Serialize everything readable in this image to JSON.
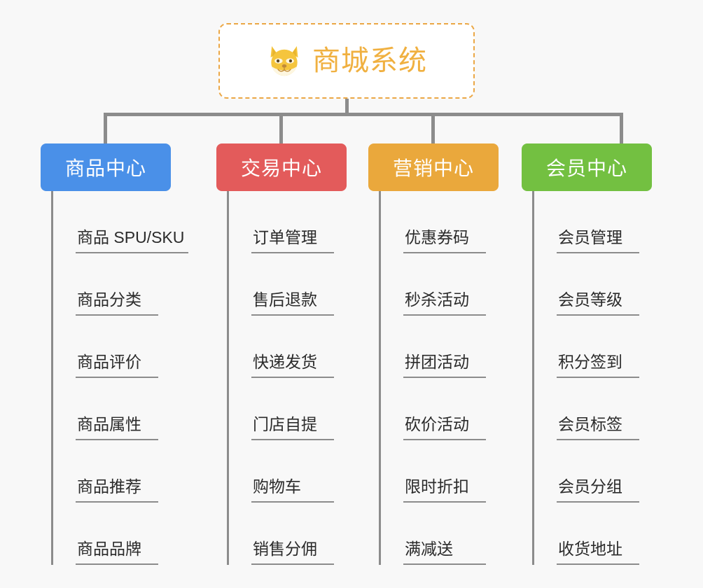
{
  "root": {
    "title": "商城系统",
    "icon": "shiba-dog-icon",
    "border_color": "#eba745",
    "text_color": "#f0b040",
    "background": "#ffffff"
  },
  "page": {
    "background_color": "#f8f8f8",
    "connector_color": "#8c8c8c"
  },
  "columns": [
    {
      "id": "product-center",
      "title": "商品中心",
      "color": "#4a90e8",
      "items": [
        {
          "label": "商品 SPU/SKU"
        },
        {
          "label": "商品分类"
        },
        {
          "label": "商品评价"
        },
        {
          "label": "商品属性"
        },
        {
          "label": "商品推荐"
        },
        {
          "label": "商品品牌"
        }
      ]
    },
    {
      "id": "trade-center",
      "title": "交易中心",
      "color": "#e35b5b",
      "items": [
        {
          "label": "订单管理"
        },
        {
          "label": "售后退款"
        },
        {
          "label": "快递发货"
        },
        {
          "label": "门店自提"
        },
        {
          "label": "购物车"
        },
        {
          "label": "销售分佣"
        }
      ]
    },
    {
      "id": "marketing-center",
      "title": "营销中心",
      "color": "#eaa83c",
      "items": [
        {
          "label": "优惠券码"
        },
        {
          "label": "秒杀活动"
        },
        {
          "label": "拼团活动"
        },
        {
          "label": "砍价活动"
        },
        {
          "label": "限时折扣"
        },
        {
          "label": "满减送"
        }
      ]
    },
    {
      "id": "member-center",
      "title": "会员中心",
      "color": "#73c041",
      "items": [
        {
          "label": "会员管理"
        },
        {
          "label": "会员等级"
        },
        {
          "label": "积分签到"
        },
        {
          "label": "会员标签"
        },
        {
          "label": "会员分组"
        },
        {
          "label": "收货地址"
        }
      ]
    }
  ]
}
